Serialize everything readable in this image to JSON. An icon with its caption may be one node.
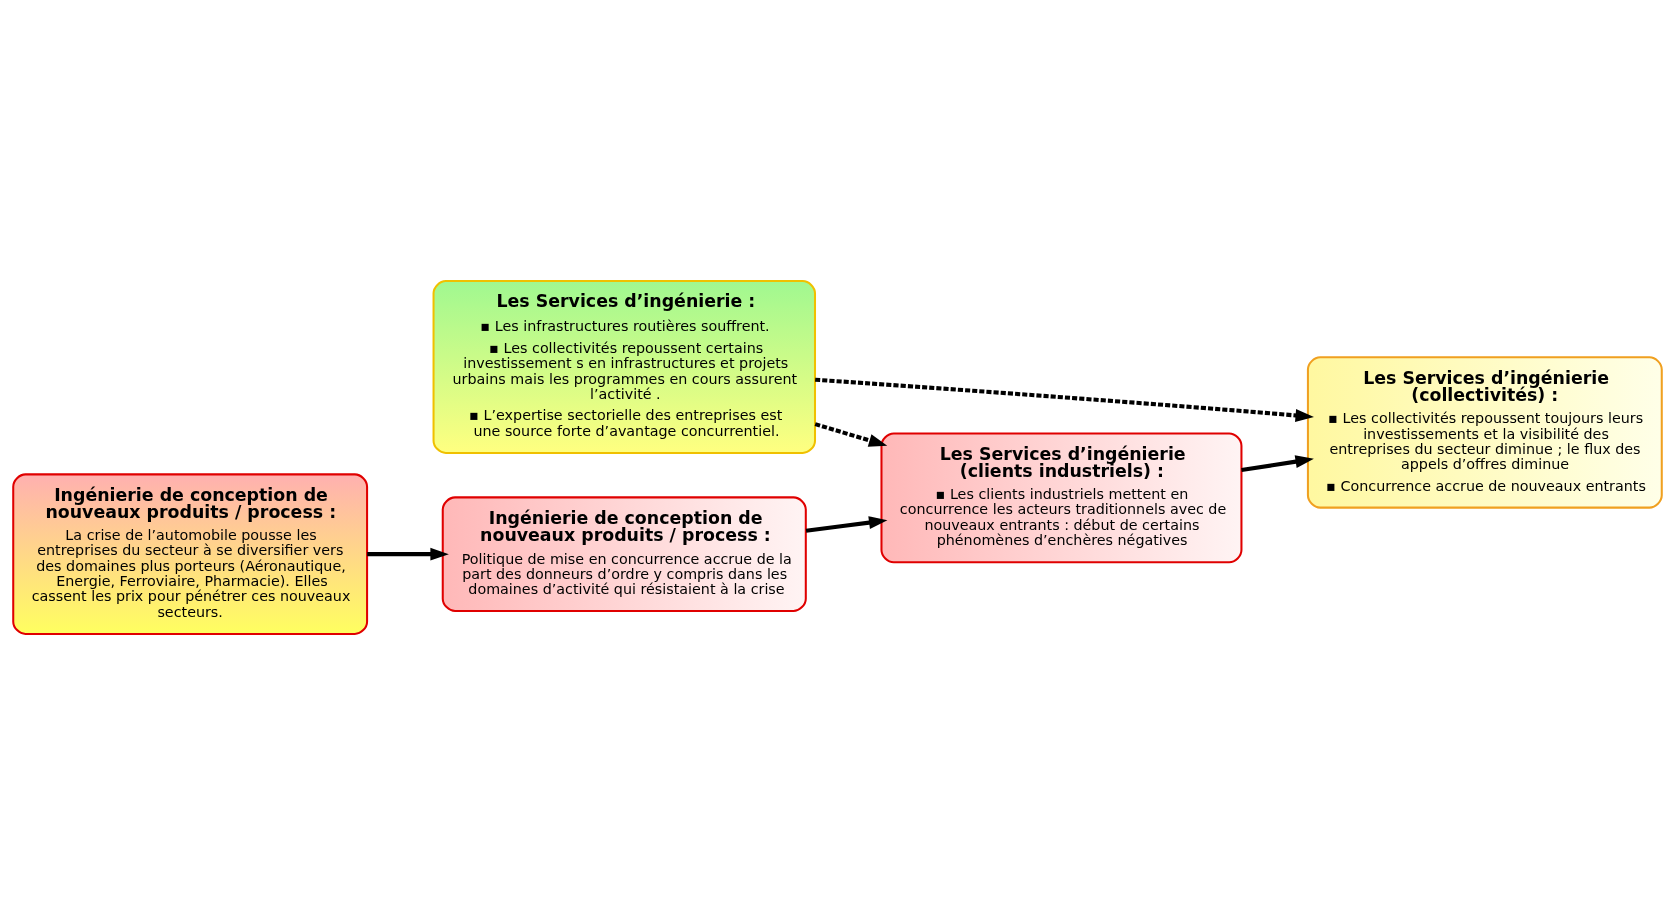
{
  "diagram": {
    "nodes": [
      {
        "text": [
          "Les Services d’ingénierie :",
          "▪ Les infrastructures routières souffrent.",
          "▪ Les collectivités repoussent certains investissement s en infrastructures et projets urbains mais les programmes en cours assurent l’activité .",
          "▪ L’expertise sectorielle des entreprises est une source forte d’avantage concurrentiel."
        ]
      },
      {
        "text": [
          "Les Services d’ingénierie (collectivités) :",
          "▪ Les collectivités repoussent toujours leurs investissements et la visibilité des entreprises du secteur diminue ; le flux des appels d’offres diminue",
          "▪ Concurrence accrue de nouveaux entrants"
        ]
      },
      {
        "text": [
          "Les Services d’ingénierie (clients industriels) :",
          "▪ Les clients industriels mettent en concurrence les acteurs traditionnels avec de nouveaux entrants : début de certains phénomènes d’enchères négatives"
        ]
      },
      {
        "text": [
          "Ingénierie de conception de nouveaux produits / process :",
          "La crise de l’automobile pousse les entreprises du secteur à se diversifier vers des domaines plus porteurs (Aéronautique, Energie, Ferroviaire, Pharmacie). Elles cassent les prix pour pénétrer ces nouveaux secteurs."
        ]
      },
      {
        "text": [
          "Ingénierie de conception de nouveaux produits / process :",
          "Politique de mise en concurrence accrue de la part des donneurs d’ordre y compris dans les domaines d’activité qui résistaient à la crise"
        ]
      }
    ],
    "edges": [
      {
        "from": 0,
        "to": 1,
        "arrow": "to",
        "style": "dashed"
      },
      {
        "from": 0,
        "to": 2,
        "arrow": "to",
        "style": "dashed"
      },
      {
        "from": 3,
        "to": 4,
        "arrow": "to"
      },
      {
        "from": 4,
        "to": 2,
        "arrow": "to"
      },
      {
        "from": 2,
        "to": 1,
        "arrow": "to"
      }
    ]
  }
}
